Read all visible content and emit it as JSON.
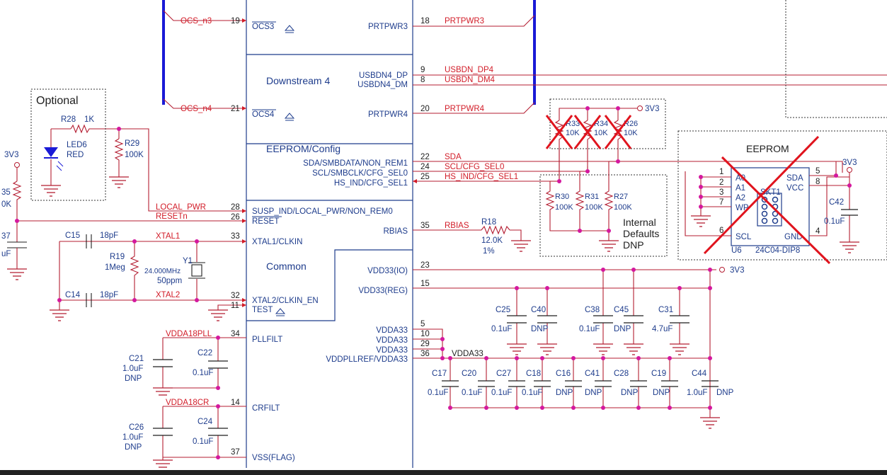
{
  "colors": {
    "wire": "#b41e32",
    "net": "#d21c28",
    "part": "#1e3c8c",
    "pin": "#1e1e1e",
    "junction": "#d4189e",
    "bus": "#1a1ad6",
    "cross": "#e0141e",
    "ground": "#b41e32"
  },
  "ic_sections": {
    "downstream4": "Downstream 4",
    "eeprom_config": "EEPROM/Config",
    "common": "Common"
  },
  "left_pins": [
    {
      "num": "19",
      "name": "OCS3",
      "net": "OCS_n3",
      "overbar": true
    },
    {
      "num": "21",
      "name": "OCS4",
      "net": "OCS_n4",
      "overbar": true
    },
    {
      "num": "28",
      "name": "SUSP_IND/LOCAL_PWR/NON_REM0",
      "net": "LOCAL_PWR"
    },
    {
      "num": "26",
      "name": "RESET",
      "net": "RESETn",
      "overbar": true
    },
    {
      "num": "33",
      "name": "XTAL1/CLKIN",
      "net": "XTAL1"
    },
    {
      "num": "32",
      "name": "XTAL2/CLKIN_EN",
      "net": "XTAL2"
    },
    {
      "num": "11",
      "name": "TEST",
      "net": ""
    },
    {
      "num": "34",
      "name": "PLLFILT",
      "net": "VDDA18PLL"
    },
    {
      "num": "14",
      "name": "CRFILT",
      "net": "VDDA18CR"
    },
    {
      "num": "37",
      "name": "VSS(FLAG)",
      "net": ""
    }
  ],
  "right_pins": [
    {
      "num": "18",
      "name": "PRTPWR3",
      "net": "PRTPWR3"
    },
    {
      "num": "9",
      "name": "USBDN4_DP",
      "net": "USBDN_DP4"
    },
    {
      "num": "8",
      "name": "USBDN4_DM",
      "net": "USBDN_DM4"
    },
    {
      "num": "20",
      "name": "PRTPWR4",
      "net": "PRTPWR4"
    },
    {
      "num": "22",
      "name": "SDA/SMBDATA/NON_REM1",
      "net": "SDA"
    },
    {
      "num": "24",
      "name": "SCL/SMBCLK/CFG_SEL0",
      "net": "SCL/CFG_SEL0"
    },
    {
      "num": "25",
      "name": "HS_IND/CFG_SEL1",
      "net": "HS_IND/CFG_SEL1"
    },
    {
      "num": "35",
      "name": "RBIAS",
      "net": "RBIAS"
    },
    {
      "num": "23",
      "name": "VDD33(IO)",
      "net": ""
    },
    {
      "num": "15",
      "name": "VDD33(REG)",
      "net": ""
    },
    {
      "num": "5",
      "name": "VDDA33",
      "net": ""
    },
    {
      "num": "10",
      "name": "VDDA33",
      "net": ""
    },
    {
      "num": "29",
      "name": "VDDA33",
      "net": ""
    },
    {
      "num": "36",
      "name": "VDDPLLREF/VDDA33",
      "net": "VDDA33"
    }
  ],
  "power_3v3": "3V3",
  "optional": {
    "title": "Optional",
    "r_ref": "R28",
    "r_val": "1K",
    "led_ref": "LED6",
    "led_color": "RED",
    "r29_ref": "R29",
    "r29_val": "100K"
  },
  "left_edge": {
    "r_ref": "35",
    "r_val": "0K",
    "c_ref": "37",
    "c_val": "uF"
  },
  "crystal": {
    "c15": "C15",
    "c15_val": "18pF",
    "c14": "C14",
    "c14_val": "18pF",
    "r19": "R19",
    "r19_val": "1Meg",
    "y1": "Y1",
    "y1_freq": "24.000MHz",
    "y1_ppm": "50ppm"
  },
  "pll": {
    "c21": "C21",
    "c21_val": "1.0uF",
    "c21_dnp": "DNP",
    "c22": "C22",
    "c22_val": "0.1uF"
  },
  "cr": {
    "c26": "C26",
    "c26_val": "1.0uF",
    "c26_dnp": "DNP",
    "c24": "C24",
    "c24_val": "0.1uF"
  },
  "rbias": {
    "ref": "R18",
    "val": "12.0K",
    "tol": "1%"
  },
  "pullups": [
    {
      "ref": "R33",
      "val": "10K"
    },
    {
      "ref": "R34",
      "val": "10K"
    },
    {
      "ref": "R26",
      "val": "10K"
    }
  ],
  "pulldowns": [
    {
      "ref": "R30",
      "val": "100K"
    },
    {
      "ref": "R31",
      "val": "100K"
    },
    {
      "ref": "R27",
      "val": "100K"
    }
  ],
  "internal_defaults": [
    "Internal",
    "Defaults",
    "DNP"
  ],
  "eeprom": {
    "title": "EEPROM",
    "ref": "U6",
    "part": "24C04-DIP8",
    "socket": "SKT1",
    "pins_left": [
      {
        "num": "1",
        "name": "A0"
      },
      {
        "num": "2",
        "name": "A1"
      },
      {
        "num": "3",
        "name": "A2"
      },
      {
        "num": "7",
        "name": "WP"
      },
      {
        "num": "6",
        "name": "SCL"
      }
    ],
    "pins_right": [
      {
        "num": "5",
        "name": "SDA"
      },
      {
        "num": "8",
        "name": "VCC"
      },
      {
        "num": "4",
        "name": "GND"
      }
    ],
    "c42": "C42",
    "c42_val": "0.1uF"
  },
  "vdd_caps": [
    {
      "ref": "C25",
      "val": "0.1uF"
    },
    {
      "ref": "C40",
      "val": "DNP"
    },
    {
      "ref": "C38",
      "val": "0.1uF"
    },
    {
      "ref": "C45",
      "val": "DNP"
    },
    {
      "ref": "C31",
      "val": "4.7uF"
    }
  ],
  "vdda_caps": [
    {
      "ref": "C17",
      "val": "0.1uF"
    },
    {
      "ref": "C20",
      "val": "0.1uF"
    },
    {
      "ref": "C27",
      "val": "0.1uF"
    },
    {
      "ref": "C18",
      "val": "0.1uF"
    },
    {
      "ref": "C16",
      "val": "DNP"
    },
    {
      "ref": "C41",
      "val": "DNP"
    },
    {
      "ref": "C28",
      "val": "DNP"
    },
    {
      "ref": "C19",
      "val": "DNP"
    },
    {
      "ref": "C44",
      "val": "1.0uF"
    },
    {
      "ref": "C44_dnp",
      "val": "DNP"
    }
  ]
}
